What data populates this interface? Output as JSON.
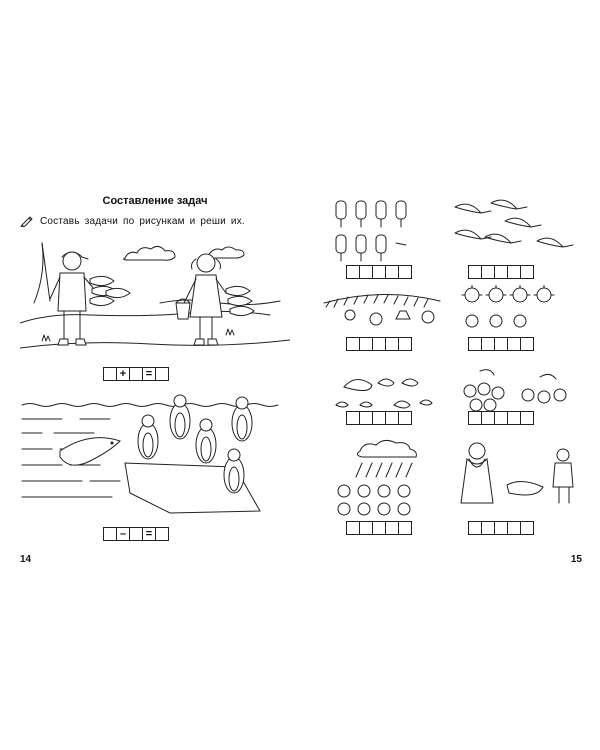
{
  "left_page": {
    "title": "Составление задач",
    "instruction": "Составь задачи по рисункам и реши их.",
    "page_number": "14",
    "task1_operators": [
      "+",
      "="
    ],
    "task2_operators": [
      "–",
      "="
    ]
  },
  "right_page": {
    "page_number": "15"
  }
}
